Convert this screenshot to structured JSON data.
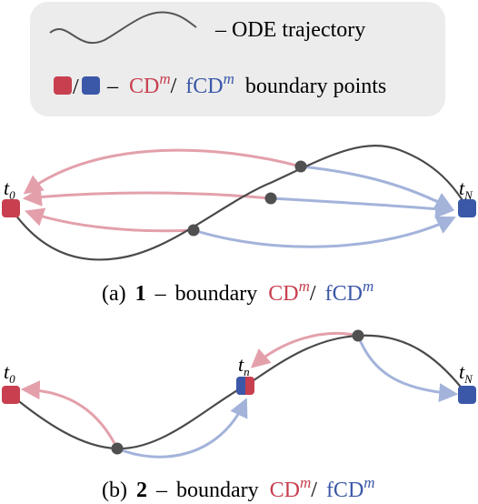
{
  "colors": {
    "red": "#c8404f",
    "blue": "#3b58a8",
    "red_arrow": "#e3a0ab",
    "blue_arrow": "#a3b3da",
    "trajectory": "#4a4a4a",
    "legend_bg": "#ececec"
  },
  "legend": {
    "trajectory_text": "– ODE trajectory",
    "dash": "–",
    "cd": "CD",
    "slash": "/",
    "fcd": "fCD",
    "sup_m": "m",
    "boundary_points": "boundary points",
    "separator": "/"
  },
  "panel_a": {
    "caption_prefix": "(a)",
    "caption_number": "1",
    "caption_dash": "–",
    "caption_word": "boundary",
    "cd": "CD",
    "slash": "/",
    "fcd": "fCD",
    "sup_m": "m",
    "t_left": "t",
    "t_left_sub": "0",
    "t_right": "t",
    "t_right_sub": "N"
  },
  "panel_b": {
    "caption_prefix": "(b)",
    "caption_number": "2",
    "caption_dash": "–",
    "caption_word": "boundary",
    "cd": "CD",
    "slash": "/",
    "fcd": "fCD",
    "sup_m": "m",
    "t_left": "t",
    "t_left_sub": "0",
    "t_mid": "t",
    "t_mid_sub": "n",
    "t_right": "t",
    "t_right_sub": "N"
  }
}
